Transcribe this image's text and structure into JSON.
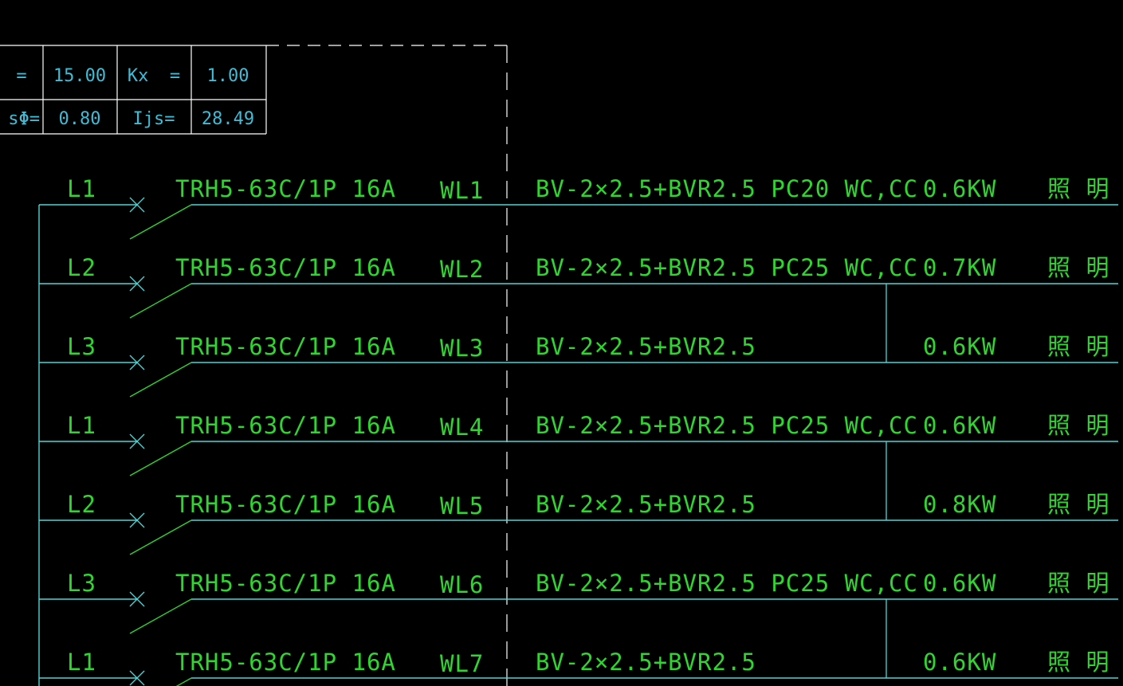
{
  "colors": {
    "background": "#000000",
    "cyan": "#4fd4d4",
    "green": "#2fd62f",
    "table_text": "#3fbcd6",
    "white": "#ffffff"
  },
  "parameter_table": {
    "row1": {
      "label1": "=",
      "value1": "15.00",
      "label2": "Kx  =",
      "value2": "1.00"
    },
    "row2": {
      "label1": "sΦ=",
      "value1": "0.80",
      "label2": "Ijs=",
      "value2": "28.49"
    }
  },
  "circuits": [
    {
      "phase": "L1",
      "breaker": "TRH5-63C/1P 16A",
      "circuit_id": "WL1",
      "cable": "BV-2×2.5+BVR2.5 PC20 WC,CC",
      "power": "0.6KW",
      "use": "照 明"
    },
    {
      "phase": "L2",
      "breaker": "TRH5-63C/1P 16A",
      "circuit_id": "WL2",
      "cable": "BV-2×2.5+BVR2.5 PC25 WC,CC",
      "power": "0.7KW",
      "use": "照 明"
    },
    {
      "phase": "L3",
      "breaker": "TRH5-63C/1P 16A",
      "circuit_id": "WL3",
      "cable": "BV-2×2.5+BVR2.5",
      "power": "0.6KW",
      "use": "照 明"
    },
    {
      "phase": "L1",
      "breaker": "TRH5-63C/1P 16A",
      "circuit_id": "WL4",
      "cable": "BV-2×2.5+BVR2.5 PC25 WC,CC",
      "power": "0.6KW",
      "use": "照 明"
    },
    {
      "phase": "L2",
      "breaker": "TRH5-63C/1P 16A",
      "circuit_id": "WL5",
      "cable": "BV-2×2.5+BVR2.5",
      "power": "0.8KW",
      "use": "照 明"
    },
    {
      "phase": "L3",
      "breaker": "TRH5-63C/1P 16A",
      "circuit_id": "WL6",
      "cable": "BV-2×2.5+BVR2.5 PC25 WC,CC",
      "power": "0.6KW",
      "use": "照 明"
    },
    {
      "phase": "L1",
      "breaker": "TRH5-63C/1P 16A",
      "circuit_id": "WL7",
      "cable": "BV-2×2.5+BVR2.5",
      "power": "0.6KW",
      "use": "照 明"
    }
  ]
}
